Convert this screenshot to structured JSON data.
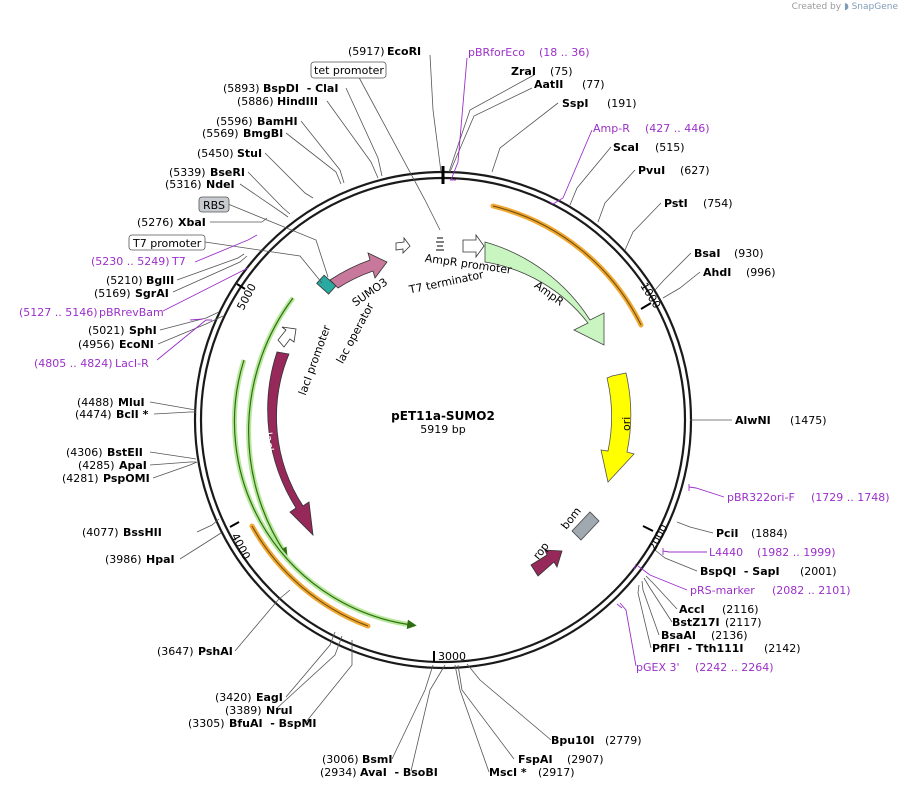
{
  "credit": {
    "prefix": "Created by",
    "brand": "SnapGene"
  },
  "plasmid": {
    "name": "pET11a-SUMO2",
    "size_label": "5919 bp",
    "length": 5919
  },
  "ticks": [
    "1000",
    "2000",
    "3000",
    "4000",
    "5000"
  ],
  "colors": {
    "primer": "#9b30c9",
    "amp_orange": "#f0a830",
    "lacI_green": "#63c020",
    "ampR": "#c8f5c0",
    "ori": "#ffff00",
    "lacI": "#96285a",
    "rop": "#96285a",
    "SUMO3": "#c8789b",
    "bom": "#a0a8b0"
  },
  "enzymes": [
    {
      "pos": "(5917)",
      "name": "EcoRI"
    },
    {
      "pos": "(75)",
      "name": "ZraI"
    },
    {
      "pos": "(77)",
      "name": "AatII"
    },
    {
      "pos": "(191)",
      "name": "SspI"
    },
    {
      "pos": "(515)",
      "name": "ScaI"
    },
    {
      "pos": "(627)",
      "name": "PvuI"
    },
    {
      "pos": "(754)",
      "name": "PstI"
    },
    {
      "pos": "(930)",
      "name": "BsaI"
    },
    {
      "pos": "(996)",
      "name": "AhdI"
    },
    {
      "pos": "(1475)",
      "name": "AlwNI"
    },
    {
      "pos": "(1884)",
      "name": "PciI"
    },
    {
      "pos": "(2001)",
      "name": "BspQI  - SapI"
    },
    {
      "pos": "(2116)",
      "name": "AccI"
    },
    {
      "pos": "(2117)",
      "name": "BstZ17I"
    },
    {
      "pos": "(2136)",
      "name": "BsaAI"
    },
    {
      "pos": "(2142)",
      "name": "PflFI  - Tth111I"
    },
    {
      "pos": "(2779)",
      "name": "Bpu10I"
    },
    {
      "pos": "(2907)",
      "name": "FspAI"
    },
    {
      "pos": "(2917)",
      "name": "MscI *"
    },
    {
      "pos": "(3006)",
      "name": "BsmI"
    },
    {
      "pos": "(2934)",
      "name": "AvaI  - BsoBI"
    },
    {
      "pos": "(3420)",
      "name": "EagI"
    },
    {
      "pos": "(3389)",
      "name": "NruI"
    },
    {
      "pos": "(3305)",
      "name": "BfuAI  - BspMI"
    },
    {
      "pos": "(3647)",
      "name": "PshAI"
    },
    {
      "pos": "(3986)",
      "name": "HpaI"
    },
    {
      "pos": "(4077)",
      "name": "BssHII"
    },
    {
      "pos": "(4306)",
      "name": "BstEII"
    },
    {
      "pos": "(4285)",
      "name": "ApaI"
    },
    {
      "pos": "(4281)",
      "name": "PspOMI"
    },
    {
      "pos": "(4488)",
      "name": "MluI"
    },
    {
      "pos": "(4474)",
      "name": "BclI *"
    },
    {
      "pos": "(5021)",
      "name": "SphI"
    },
    {
      "pos": "(4956)",
      "name": "EcoNI"
    },
    {
      "pos": "(5210)",
      "name": "BglII"
    },
    {
      "pos": "(5169)",
      "name": "SgrAI"
    },
    {
      "pos": "(5276)",
      "name": "XbaI"
    },
    {
      "pos": "(5339)",
      "name": "BseRI"
    },
    {
      "pos": "(5316)",
      "name": "NdeI"
    },
    {
      "pos": "(5450)",
      "name": "StuI"
    },
    {
      "pos": "(5596)",
      "name": "BamHI"
    },
    {
      "pos": "(5569)",
      "name": "BmgBI"
    },
    {
      "pos": "(5893)",
      "name": "BspDI  - ClaI"
    },
    {
      "pos": "(5886)",
      "name": "HindIII"
    }
  ],
  "primers": [
    {
      "name": "pBRforEco",
      "range": "(18 .. 36)"
    },
    {
      "name": "Amp-R",
      "range": "(427 .. 446)"
    },
    {
      "name": "pBR322ori-F",
      "range": "(1729 .. 1748)"
    },
    {
      "name": "L4440",
      "range": "(1982 .. 1999)"
    },
    {
      "name": "pRS-marker",
      "range": "(2082 .. 2101)"
    },
    {
      "name": "pGEX 3'",
      "range": "(2242 .. 2264)"
    },
    {
      "name": "LacI-R",
      "range": "(4805 .. 4824)"
    },
    {
      "name": "pBRrevBam",
      "range": "(5127 .. 5146)"
    },
    {
      "name": "T7",
      "range": "(5230 .. 5249)"
    }
  ],
  "boxed_labels": [
    "tet promoter",
    "RBS",
    "T7 promoter"
  ],
  "features": [
    "AmpR promoter",
    "AmpR",
    "ori",
    "bom",
    "rop",
    "lacI",
    "lacI promoter",
    "lac operator",
    "SUMO3",
    "T7 terminator"
  ]
}
